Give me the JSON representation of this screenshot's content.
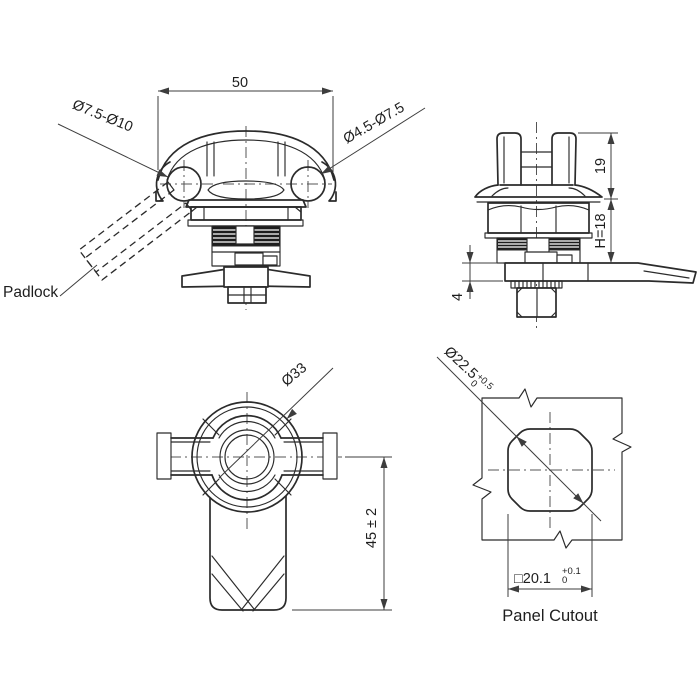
{
  "views": {
    "front": {
      "width_dim": "50",
      "left_hole_label": "Ø7.5-Ø10",
      "right_hole_label": "Ø4.5-Ø7.5",
      "padlock_label": "Padlock"
    },
    "side": {
      "handle_height_dim": "19",
      "grip_height_dim": "H=18",
      "cam_thickness_dim": "4"
    },
    "bottom": {
      "knob_diameter_dim": "Ø33",
      "overall_length_dim": "45 ± 2"
    },
    "panel_cutout": {
      "caption": "Panel Cutout",
      "diagonal_dim": "Ø22.5",
      "diagonal_tol_upper": "+0.5",
      "diagonal_tol_lower": "0",
      "square_dim": "□20.1",
      "square_tol_upper": "+0.1",
      "square_tol_lower": "0"
    }
  },
  "colors": {
    "line": "#2b2b2b",
    "dim": "#3d3d3d",
    "background": "#ffffff"
  }
}
